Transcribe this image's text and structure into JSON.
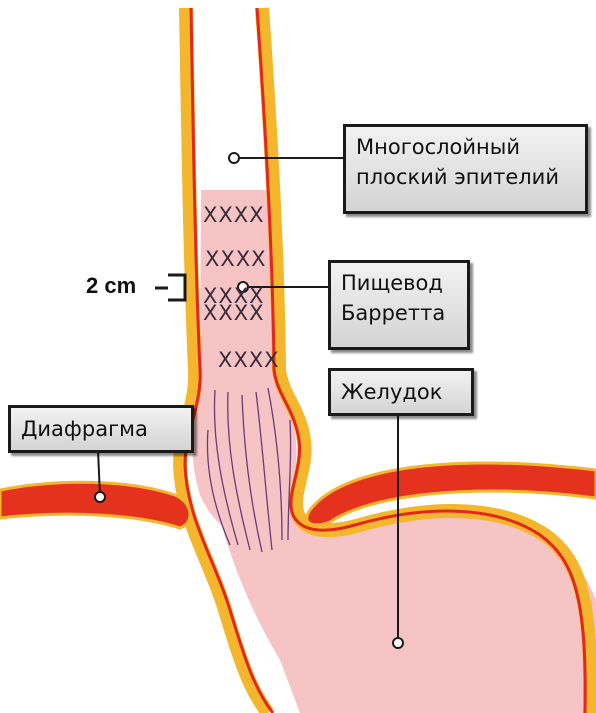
{
  "labels": {
    "squamous_line1": "Многослойный",
    "squamous_line2": "плоский эпителий",
    "barrett_line1": "Пищевод",
    "barrett_line2": "Барретта",
    "stomach": "Желудок",
    "diaphragm": "Диафрагма",
    "scale": "2 cm"
  },
  "marks": {
    "cross_row_1": "XXXX",
    "cross_row_2": "XXXX",
    "cross_row_3": "XXXX",
    "cross_row_4": "XXXX",
    "cross_row_5": "XXXX"
  },
  "colors": {
    "wall_orange": "#f3b62c",
    "wall_red": "#e2281b",
    "mucosa_pink": "#f6c4c4",
    "diaphragm_red": "#e5321f",
    "outline": "#1a1a1a",
    "label_box": "#dcdcdc"
  }
}
